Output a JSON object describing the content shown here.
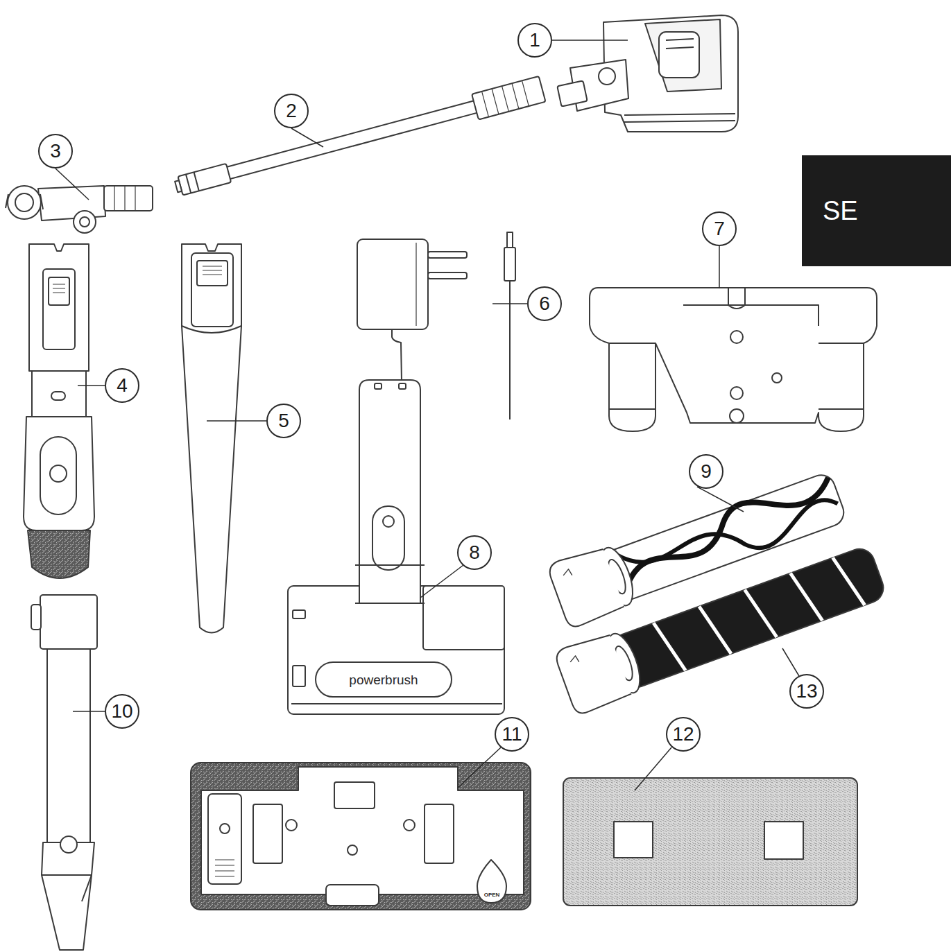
{
  "diagram": {
    "nodes": [
      {
        "text": [
          "1"
        ]
      },
      {
        "text": [
          "2"
        ]
      },
      {
        "text": [
          "3"
        ]
      },
      {
        "text": [
          "SE"
        ]
      },
      {
        "text": [
          "7"
        ]
      },
      {
        "text": [
          "6"
        ]
      },
      {
        "text": [
          "4"
        ]
      },
      {
        "text": [
          "5"
        ]
      },
      {
        "text": [
          "9"
        ]
      },
      {
        "text": [
          "8"
        ]
      },
      {
        "text": [
          "13"
        ]
      },
      {
        "text": [
          "10"
        ]
      },
      {
        "text": [
          "11"
        ]
      },
      {
        "text": [
          "12"
        ]
      }
    ],
    "labels": [
      "powerbrush",
      "OPEN"
    ]
  }
}
